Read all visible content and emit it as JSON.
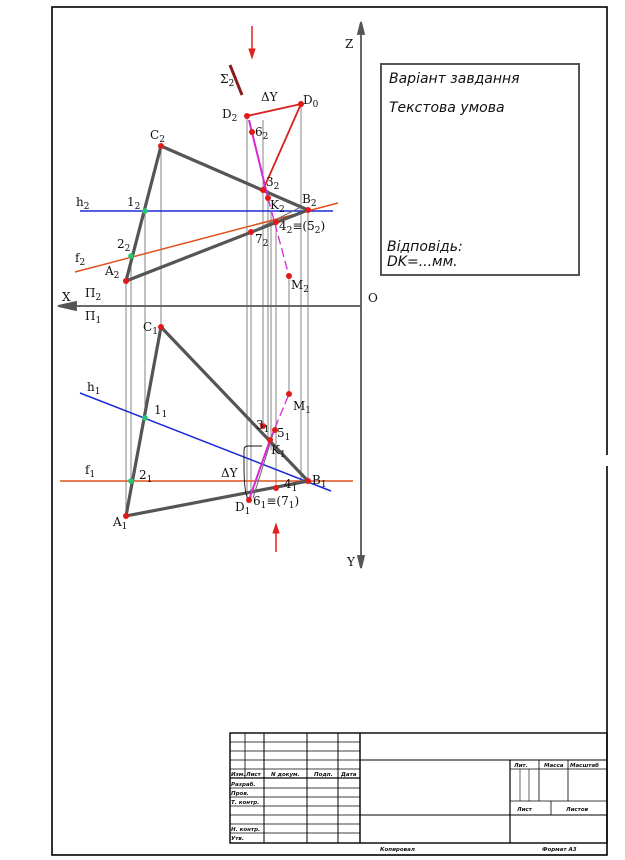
{
  "axes": {
    "z": "Z",
    "x": "X",
    "y": "Y",
    "origin": "O",
    "pi2": "Π",
    "pi2_sub": "2",
    "pi1": "Π",
    "pi1_sub": "1"
  },
  "labels_frontal": {
    "sigma": "Σ",
    "sigma_sub": "2",
    "delta_y": "ΔY",
    "d2": "D",
    "d2_sub": "2",
    "d0": "D",
    "d0_sub": "0",
    "c2": "C",
    "c2_sub": "2",
    "p6": "6",
    "p6_sub": "2",
    "p3": "3",
    "p3_sub": "2",
    "b2": "B",
    "b2_sub": "2",
    "k2": "K",
    "k2_sub": "2",
    "p45": "4",
    "p45_sub": "2",
    "p45_rest": "≡(5",
    "p45_sub2": "2",
    "p45_close": ")",
    "p7": "7",
    "p7_sub": "2",
    "h2": "h",
    "h2_sub": "2",
    "p1": "1",
    "p1_sub": "2",
    "p2": "2",
    "p2_sub": "2",
    "f2": "f",
    "f2_sub": "2",
    "a2": "A",
    "a2_sub": "2",
    "m2": "M",
    "m2_sub": "2"
  },
  "labels_horizontal": {
    "c1": "C",
    "c1_sub": "1",
    "h1": "h",
    "h1_sub": "1",
    "p1": "1",
    "p1_sub": "1",
    "m1": "M",
    "m1_sub": "1",
    "p3": "3",
    "p3_sub": "1",
    "p5": "5",
    "p5_sub": "1",
    "k1": "K",
    "k1_sub": "1",
    "f1": "f",
    "f1_sub": "1",
    "p2": "2",
    "p2_sub": "1",
    "delta_y": "ΔY",
    "b1": "B",
    "b1_sub": "1",
    "p4": "4",
    "p4_sub": "1",
    "d1": "D",
    "d1_sub": "1",
    "p67": "6",
    "p67_sub": "1",
    "p67_rest": "≡(7",
    "p67_sub2": "1",
    "p67_close": ")",
    "a1": "A",
    "a1_sub": "1"
  },
  "task_box": {
    "line1": "Варіант завдання",
    "line2": "Текстова умова",
    "answer1": "Відповідь:",
    "answer2": "DK=...мм."
  },
  "title_block": {
    "izm": "Изм.",
    "list": "Лист",
    "ndokum": "N докум.",
    "podp": "Подп.",
    "data": "Дата",
    "razrab": "Разраб.",
    "prov": "Пров.",
    "tkontr": "Т. контр.",
    "nkontr": "Н. контр.",
    "utv": "Утв.",
    "lit": "Лит.",
    "massa": "Масса",
    "masshtab": "Масштаб",
    "list2": "Лист",
    "listov": "Листов",
    "kopiroval": "Копировал",
    "format": "Формат  А3"
  },
  "colors": {
    "triangle": "#555555",
    "h_line": "#1a2bd8",
    "f_line": "#e0501a",
    "pink": "#d62ad6",
    "red_segment": "#d8201c",
    "point": "#e01a1a",
    "green_point": "#22c870",
    "arrow": "#e0201a",
    "sigma": "#8b1a1a",
    "construction": "#555555"
  }
}
